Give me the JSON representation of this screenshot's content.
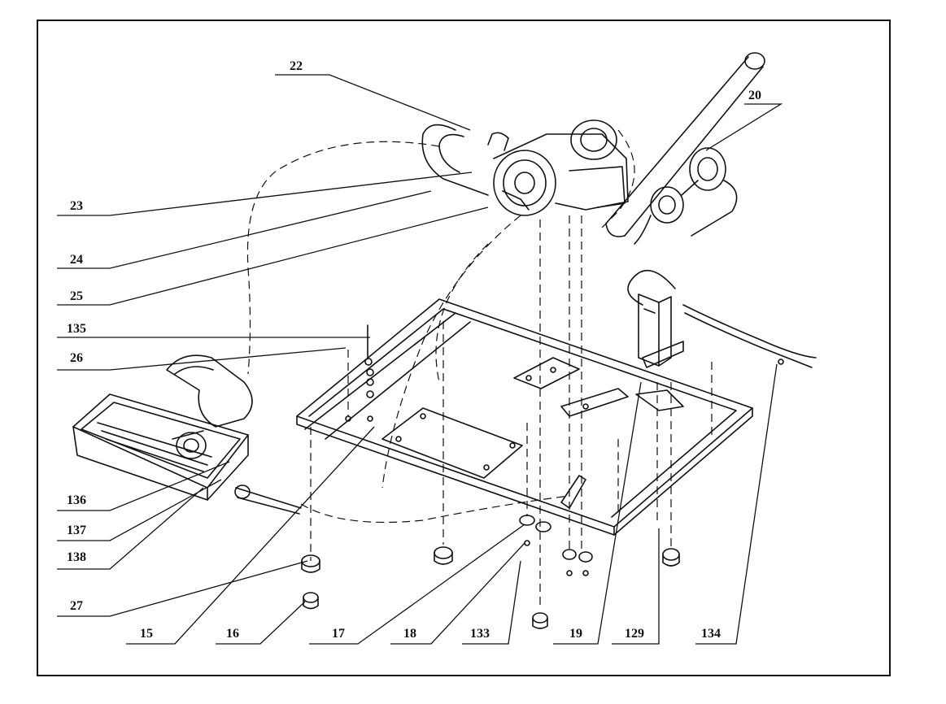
{
  "diagram": {
    "callouts": [
      {
        "id": "c22",
        "text": "22"
      },
      {
        "id": "c20",
        "text": "20"
      },
      {
        "id": "c23",
        "text": "23"
      },
      {
        "id": "c24",
        "text": "24"
      },
      {
        "id": "c25",
        "text": "25"
      },
      {
        "id": "c135",
        "text": "135"
      },
      {
        "id": "c26",
        "text": "26"
      },
      {
        "id": "c136",
        "text": "136"
      },
      {
        "id": "c137",
        "text": "137"
      },
      {
        "id": "c138",
        "text": "138"
      },
      {
        "id": "c27",
        "text": "27"
      },
      {
        "id": "c15",
        "text": "15"
      },
      {
        "id": "c16",
        "text": "16"
      },
      {
        "id": "c17",
        "text": "17"
      },
      {
        "id": "c18",
        "text": "18"
      },
      {
        "id": "c133",
        "text": "133"
      },
      {
        "id": "c19",
        "text": "19"
      },
      {
        "id": "c129",
        "text": "129"
      },
      {
        "id": "c134",
        "text": "134"
      }
    ],
    "colors": {
      "ink": "#111111",
      "paper": "#ffffff"
    }
  }
}
